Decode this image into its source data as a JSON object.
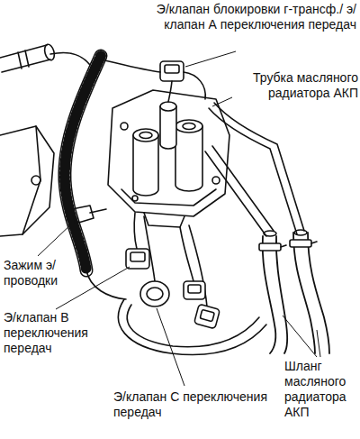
{
  "diagram": {
    "labels": [
      "Э/клапан блокировки г-трансф./ э/клапан А переключения передач",
      "Трубка масляного радиатора АКП",
      "Зажим э/проводки",
      "Э/клапан В переключения передач",
      "Э/клапан С переключения передач",
      "Шланг масляного радиатора АКП"
    ]
  }
}
